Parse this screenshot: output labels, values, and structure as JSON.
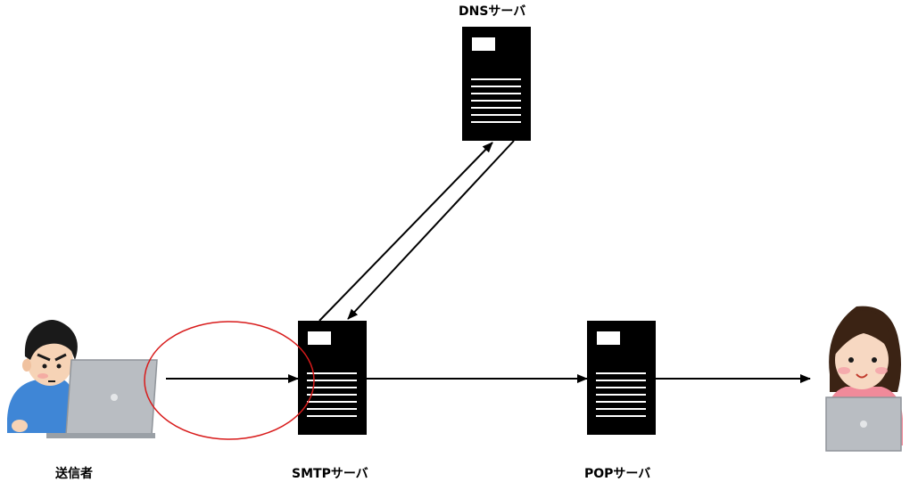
{
  "labels": {
    "dns": "DNSサーバ",
    "smtp": "SMTPサーバ",
    "pop": "POPサーバ",
    "sender": "送信者"
  },
  "colors": {
    "server": "#000000",
    "arrow": "#000000",
    "highlight": "#d81b1b",
    "laptop": "#b9bdc2",
    "sender_shirt": "#3f86d6",
    "receiver_hair": "#3b2314",
    "receiver_shirt": "#f08a9a"
  },
  "icons": [
    "server-icon",
    "laptop-icon",
    "person-icon"
  ]
}
